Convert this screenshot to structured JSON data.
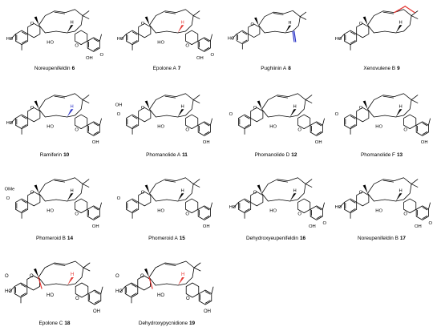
{
  "compounds": [
    {
      "name": "Noreupenifeldin",
      "num": "6"
    },
    {
      "name": "Epolone A",
      "num": "7"
    },
    {
      "name": "Pughiinin A",
      "num": "8"
    },
    {
      "name": "Xenovulene B",
      "num": "9"
    },
    {
      "name": "Ramiferin",
      "num": "10"
    },
    {
      "name": "Phomanolide A",
      "num": "11"
    },
    {
      "name": "Phomanolide D",
      "num": "12"
    },
    {
      "name": "Phomanolide F",
      "num": "13"
    },
    {
      "name": "Phomeroid B",
      "num": "14"
    },
    {
      "name": "Phomeroid A",
      "num": "15"
    },
    {
      "name": "Dehydroxyeupenifeldin",
      "num": "16"
    },
    {
      "name": "Noreupenifeldin B",
      "num": "17"
    },
    {
      "name": "Epolone C",
      "num": "18"
    },
    {
      "name": "Dehydroxypycnidione",
      "num": "19"
    }
  ],
  "atom_labels": {
    "oh": "OH",
    "ho": "HO",
    "o": "O",
    "h": "H",
    "ome": "OMe"
  },
  "colors": {
    "highlight_red": "#e53935",
    "highlight_blue": "#2b34c8",
    "bond": "#000000"
  }
}
